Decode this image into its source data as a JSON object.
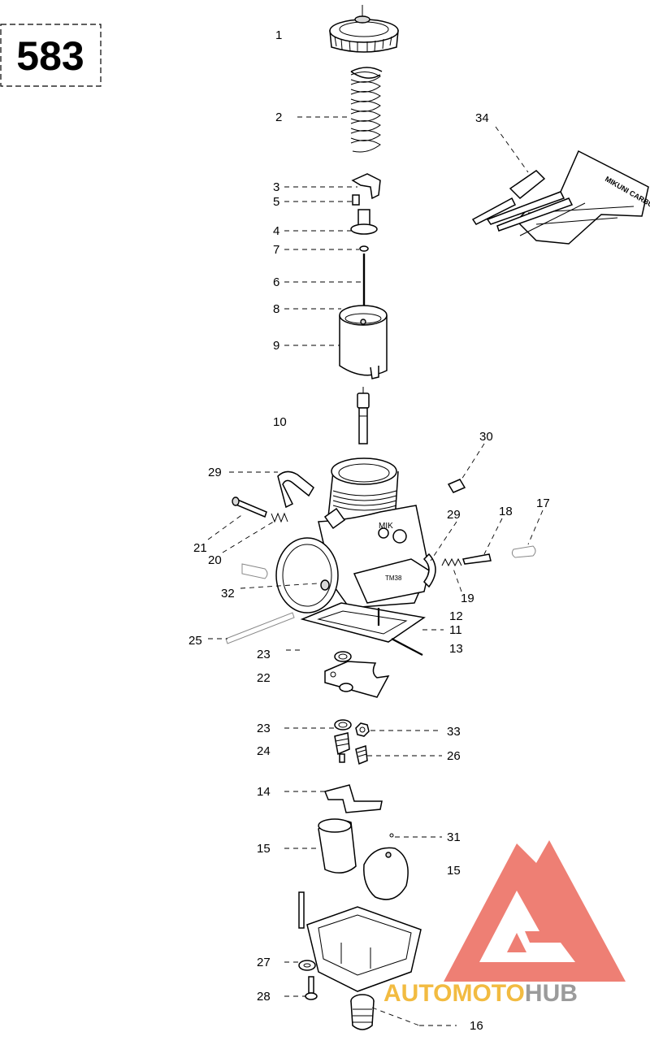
{
  "page_number": "583",
  "callouts": {
    "c1": "1",
    "c2": "2",
    "c3": "3",
    "c4": "4",
    "c5": "5",
    "c6": "6",
    "c7": "7",
    "c8": "8",
    "c9": "9",
    "c10": "10",
    "c11": "11",
    "c12": "12",
    "c13": "13",
    "c14": "14",
    "c15a": "15",
    "c15b": "15",
    "c16": "16",
    "c17": "17",
    "c18": "18",
    "c19": "19",
    "c20": "20",
    "c21": "21",
    "c22": "22",
    "c23a": "23",
    "c23b": "23",
    "c24": "24",
    "c25": "25",
    "c26": "26",
    "c27": "27",
    "c28": "28",
    "c29a": "29",
    "c29b": "29",
    "c30": "30",
    "c31": "31",
    "c32": "32",
    "c33": "33",
    "c34": "34"
  },
  "kit_label": "MIKUNI CARBURETOR",
  "carb_marks": {
    "body_mark": "MIK",
    "flange_mark": "TM38"
  },
  "watermark": {
    "text_a": "AUTO",
    "text_b": "MOTO",
    "text_c": "HUB",
    "color_a": "#f0b020",
    "color_b": "#f0b020",
    "color_c": "#8a8a8a",
    "logo_color": "#e84a3a"
  }
}
